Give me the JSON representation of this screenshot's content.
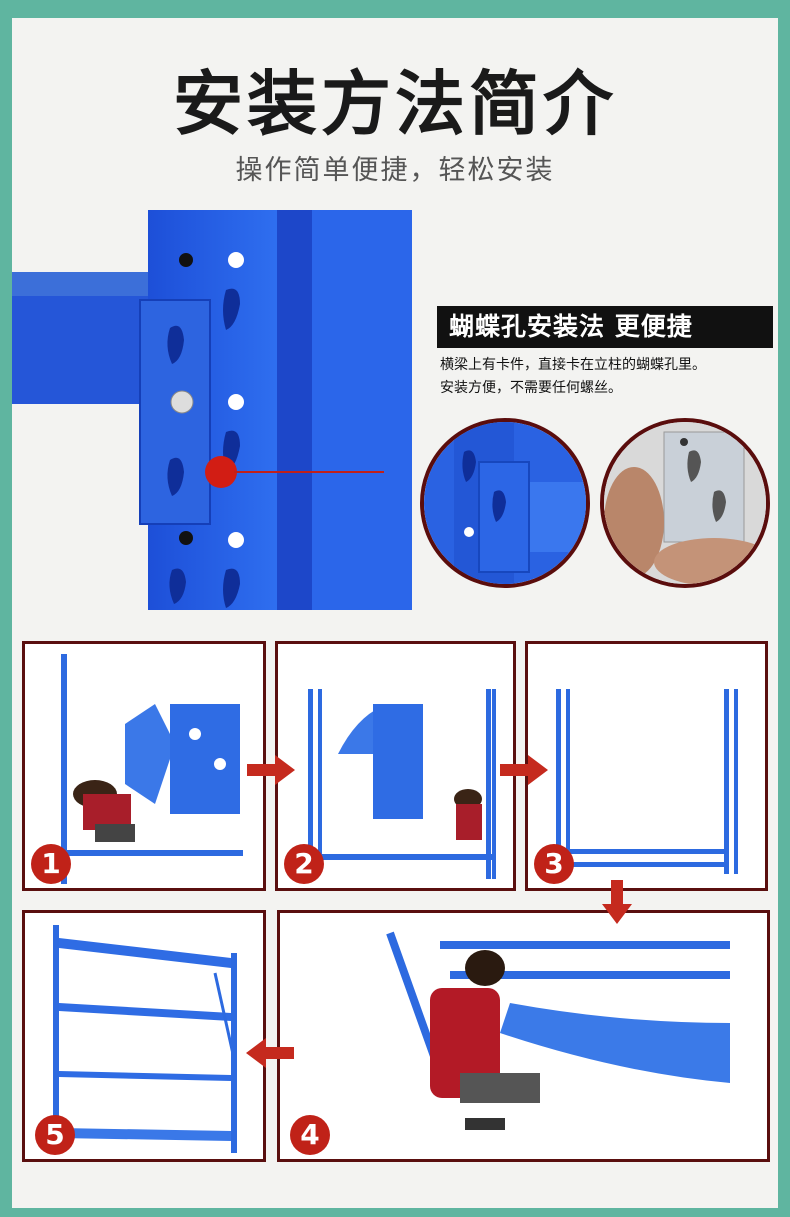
{
  "header": {
    "title": "安装方法简介",
    "subtitle": "操作简单便捷，轻松安装"
  },
  "feature": {
    "heading": "蝴蝶孔安装法 更便捷",
    "line1": "横梁上有卡件，直接卡在立柱的蝴蝶孔里。",
    "line2": "安装方便，不需要任何螺丝。"
  },
  "steps": [
    {
      "number": "1"
    },
    {
      "number": "2"
    },
    {
      "number": "3"
    },
    {
      "number": "4"
    },
    {
      "number": "5"
    }
  ],
  "colors": {
    "background": "#5fb5a0",
    "shelf_blue": "#2f6fe0",
    "step_red": "#c02218",
    "frame_border": "#5a0f0f"
  }
}
